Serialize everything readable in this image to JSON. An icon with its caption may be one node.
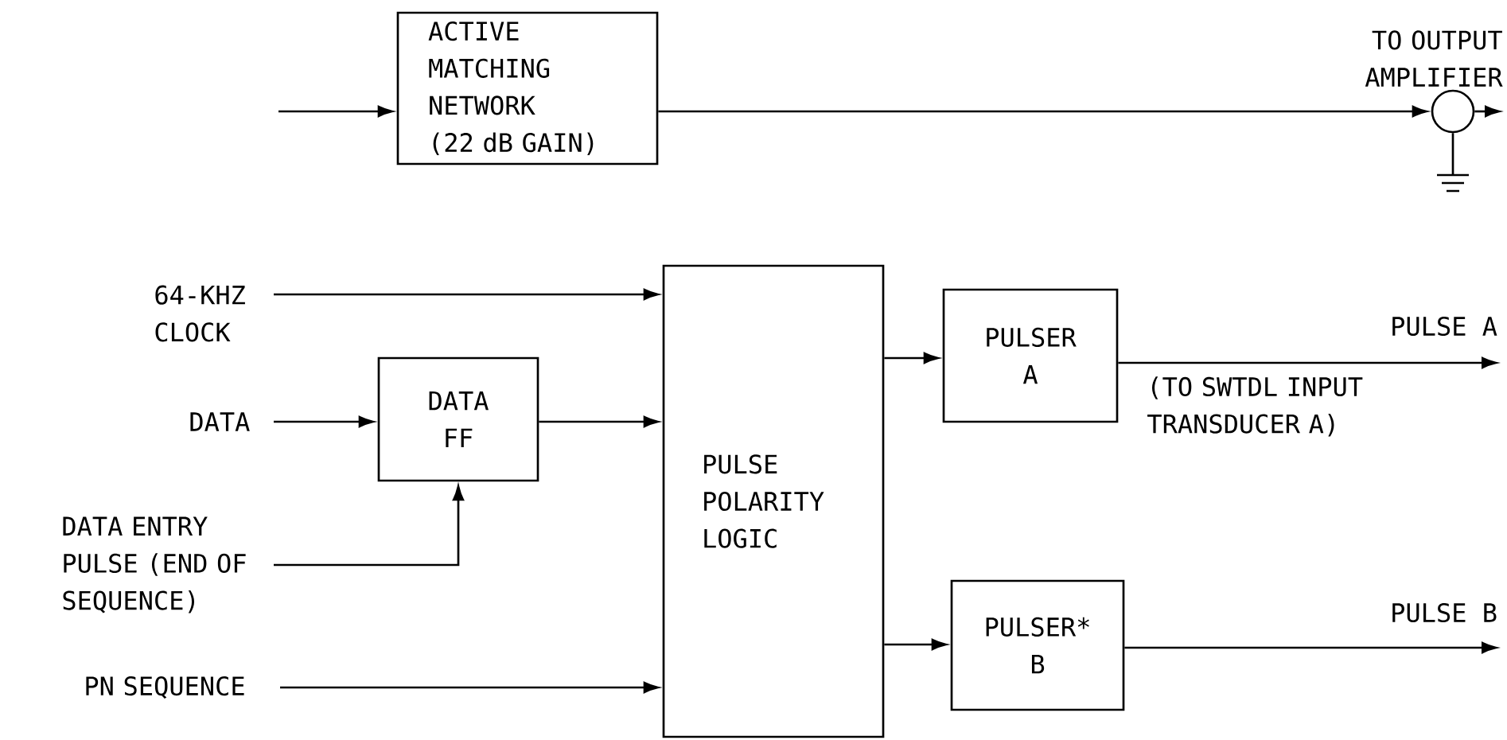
{
  "diagram": {
    "nodes": [
      {
        "text": [
          "ACTIVE MATCHING NETWORK",
          "(22 dB GAIN)"
        ]
      },
      {
        "text": [],
        "shape": "circle",
        "beside": [
          "TO OUTPUT AMPLIFIER"
        ]
      },
      {
        "text": [
          "64-KHZ CLOCK"
        ]
      },
      {
        "text": [
          "DATA"
        ]
      },
      {
        "text": [
          "DATA FF"
        ]
      },
      {
        "text": [
          "DATA ENTRY PULSE (END OF SEQUENCE)"
        ]
      },
      {
        "text": [
          "PN SEQUENCE"
        ]
      },
      {
        "text": [
          "PULSE POLARITY LOGIC"
        ]
      },
      {
        "text": [
          "PULSER A"
        ]
      },
      {
        "text": [
          "PULSER* B"
        ]
      }
    ],
    "edges": [
      {
        "from": null,
        "to": 0,
        "arrow": "to"
      },
      {
        "from": 0,
        "to": 1,
        "arrow": "to"
      },
      {
        "from": 1,
        "to": null,
        "arrow": "to"
      },
      {
        "from": 2,
        "to": 7,
        "arrow": "to"
      },
      {
        "from": 3,
        "to": 4,
        "arrow": "to"
      },
      {
        "from": 4,
        "to": 7,
        "arrow": "to"
      },
      {
        "from": 5,
        "to": 4,
        "arrow": "to"
      },
      {
        "from": 6,
        "to": 7,
        "arrow": "to"
      },
      {
        "from": 7,
        "to": 8,
        "arrow": "to"
      },
      {
        "from": 7,
        "to": 9,
        "arrow": "to"
      },
      {
        "from": 8,
        "to": null,
        "arrow": "to",
        "label": "PULSE A"
      },
      {
        "from": 9,
        "to": null,
        "arrow": "to",
        "label": "PULSE B"
      }
    ],
    "labels": [
      "(TO SWTDL INPUT TRANSDUCER A)"
    ]
  }
}
